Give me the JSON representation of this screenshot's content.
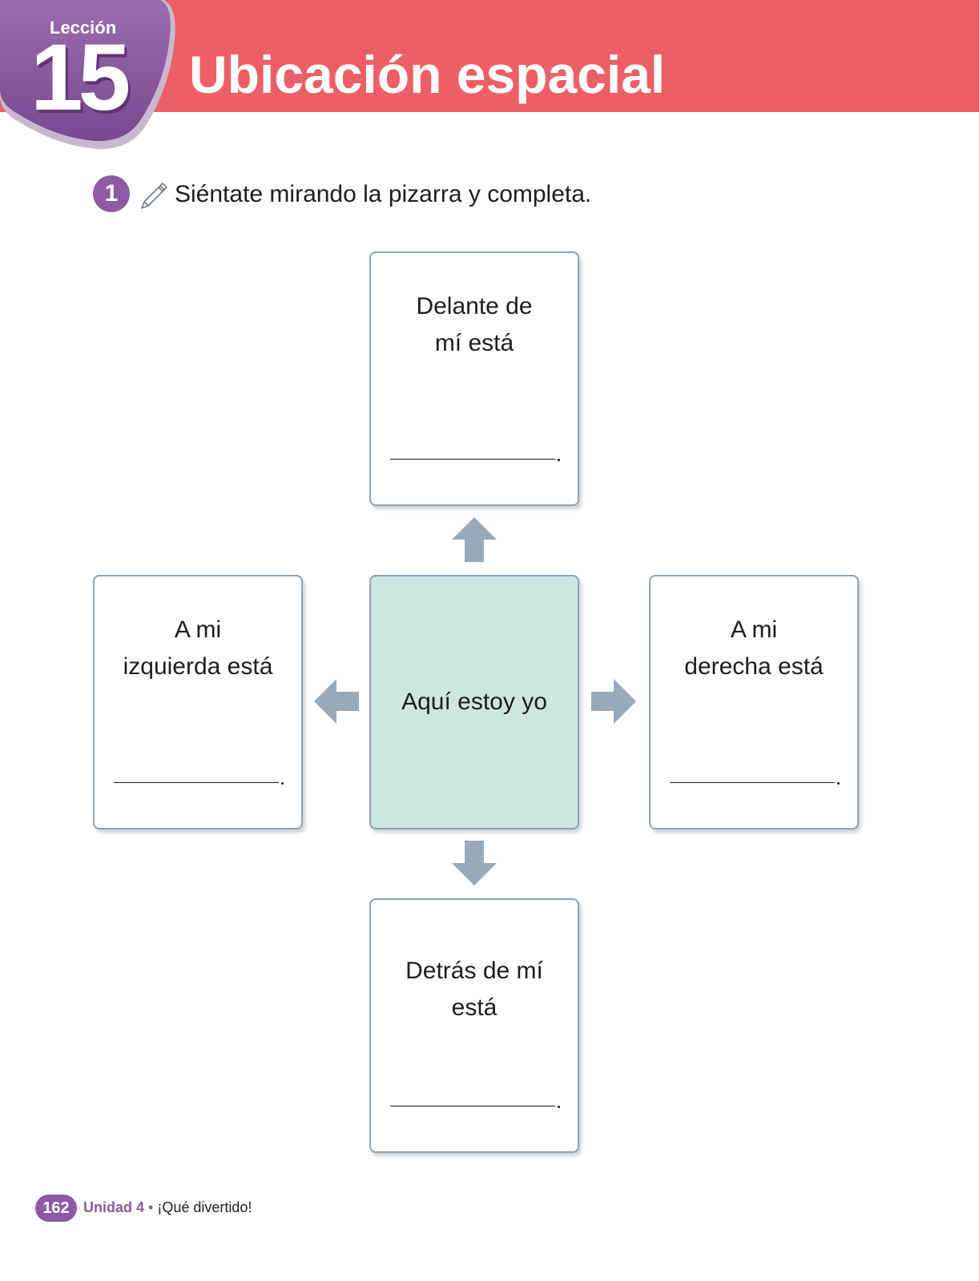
{
  "header": {
    "lesson_label": "Lección",
    "lesson_number": "15",
    "title": "Ubicación espacial"
  },
  "activity": {
    "number": "1",
    "icon": "pencil-icon",
    "instruction": "Siéntate mirando la pizarra y completa."
  },
  "cards": {
    "front": {
      "line1": "Delante de",
      "line2": "mí está"
    },
    "left": {
      "line1": "A mi",
      "line2": "izquierda está"
    },
    "center": {
      "text": "Aquí estoy yo"
    },
    "right": {
      "line1": "A mi",
      "line2": "derecha está"
    },
    "back": {
      "line1": "Detrás de mí está"
    }
  },
  "footer": {
    "page_number": "162",
    "unit_label": "Unidad 4",
    "separator": "•",
    "unit_title": "¡Qué divertido!"
  },
  "colors": {
    "banner": "#ec5f66",
    "accent_purple": "#8e5aa3",
    "center_card": "#cde6e0",
    "arrow": "#97aab9",
    "card_border": "#8fa2b3"
  }
}
